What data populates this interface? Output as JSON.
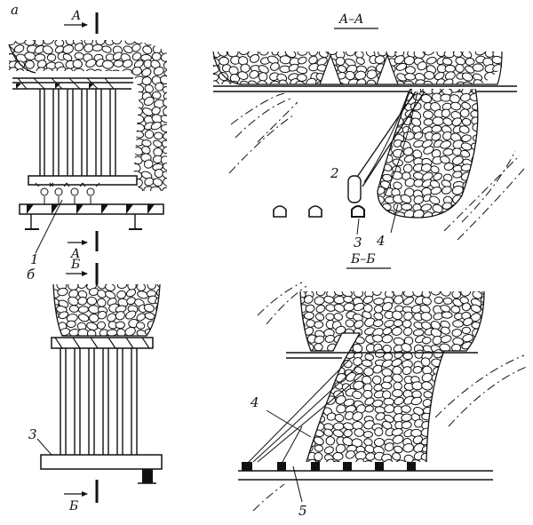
{
  "figure": {
    "panel_letters": {
      "a": "a",
      "b": "б"
    },
    "section_marks": {
      "a_top": "A",
      "a_bottom": "A",
      "b_top": "Б",
      "b_bottom": "Б"
    },
    "section_titles": {
      "aa": "A–A",
      "bb": "Б–Б"
    },
    "callouts": {
      "n1": "1",
      "n2": "2",
      "n3": "3",
      "n4": "4",
      "n4b": "4",
      "n3b": "3",
      "n5": "5"
    }
  },
  "colors": {
    "ink": "#111111",
    "paper": "#ffffff"
  }
}
